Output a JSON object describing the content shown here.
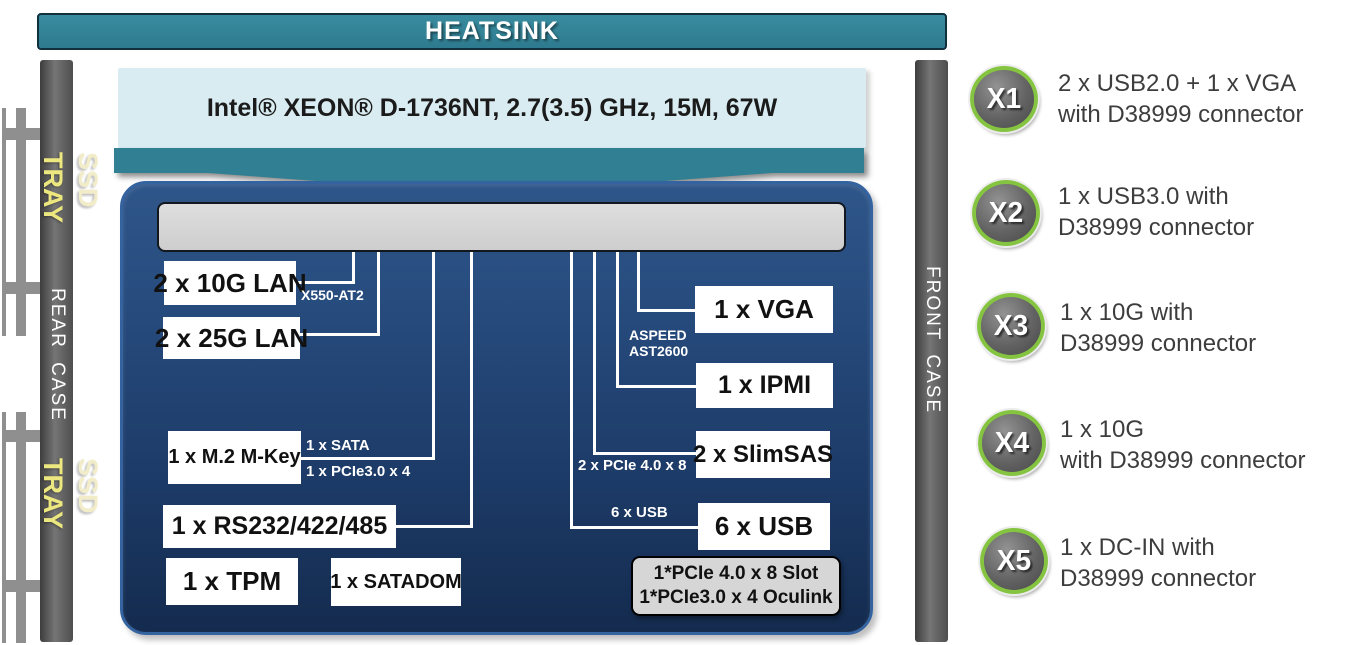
{
  "banner": {
    "label": "HEATSINK"
  },
  "cpu": {
    "label": "Intel® XEON® D-1736NT, 2.7(3.5) GHz, 15M, 67W"
  },
  "chassis": {
    "rear_label": "REAR CASE",
    "front_label": "FRONT CASE",
    "tray_top": {
      "ssd": "SSD",
      "tray": "TRAY"
    },
    "tray_bottom": {
      "ssd": "SSD",
      "tray": "TRAY"
    }
  },
  "board": {
    "components": {
      "lan10g": "2 x 10G LAN",
      "lan25g": "2 x 25G LAN",
      "m2": "1 x M.2 M-Key",
      "rs232": "1 x RS232/422/485",
      "tpm": "1 x TPM",
      "satadom": "1 x SATADOM",
      "vga": "1 x VGA",
      "ipmi": "1 x IPMI",
      "slimsas": "2 x SlimSAS",
      "usb": "6 x USB"
    },
    "labels": {
      "x550": "X550-AT2",
      "sata": "1 x SATA",
      "pcie3": "1 x PCIe3.0 x 4",
      "pcie4": "2 x PCIe 4.0 x 8",
      "usb6": "6 x USB",
      "aspeed1": "ASPEED",
      "aspeed2": "AST2600"
    },
    "slot_box": {
      "line1": "1*PCIe 4.0 x 8 Slot",
      "line2": "1*PCIe3.0 x 4 Oculink"
    }
  },
  "connectors": [
    {
      "id": "X1",
      "line1": "2 x USB2.0 + 1 x VGA",
      "line2": "with D38999 connector"
    },
    {
      "id": "X2",
      "line1": "1 x USB3.0 with",
      "line2": "D38999 connector"
    },
    {
      "id": "X3",
      "line1": "1 x 10G with",
      "line2": "D38999 connector"
    },
    {
      "id": "X4",
      "line1": "1 x 10G",
      "line2": "with D38999 connector"
    },
    {
      "id": "X5",
      "line1": "1 x DC-IN with",
      "line2": "D38999 connector"
    }
  ],
  "colors": {
    "teal": "#317F93",
    "board_blue_top": "#2F568A",
    "board_blue_bottom": "#142B4E",
    "badge_green": "#85C441",
    "tray_yellow": "#EDE77F",
    "ssd_cream": "#F2EDC8",
    "case_gray": "#5A5A5A"
  }
}
